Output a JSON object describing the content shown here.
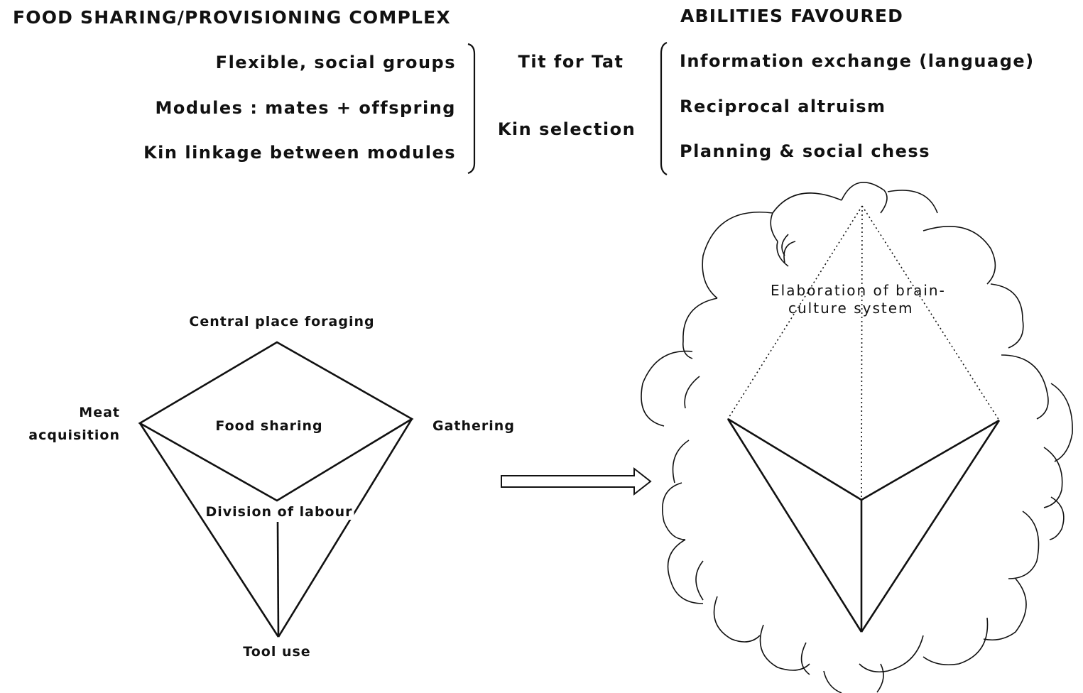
{
  "header": {
    "left_title": "FOOD SHARING/PROVISIONING COMPLEX",
    "right_title": "ABILITIES FAVOURED"
  },
  "complex_items": [
    "Flexible, social groups",
    "Modules : mates + offspring",
    "Kin linkage  between modules"
  ],
  "mechanisms": [
    "Tit for Tat",
    "Kin selection"
  ],
  "abilities": [
    "Information exchange (language)",
    "Reciprocal altruism",
    "Planning & social chess"
  ],
  "left_diagram": {
    "top": "Central place foraging",
    "left_line1": "Meat",
    "left_line2": "acquisition",
    "right": "Gathering",
    "center": "Food sharing",
    "middle": "Division of labour",
    "bottom": "Tool  use"
  },
  "right_diagram": {
    "line1": "Elaboration of brain-",
    "line2": "culture   system"
  }
}
